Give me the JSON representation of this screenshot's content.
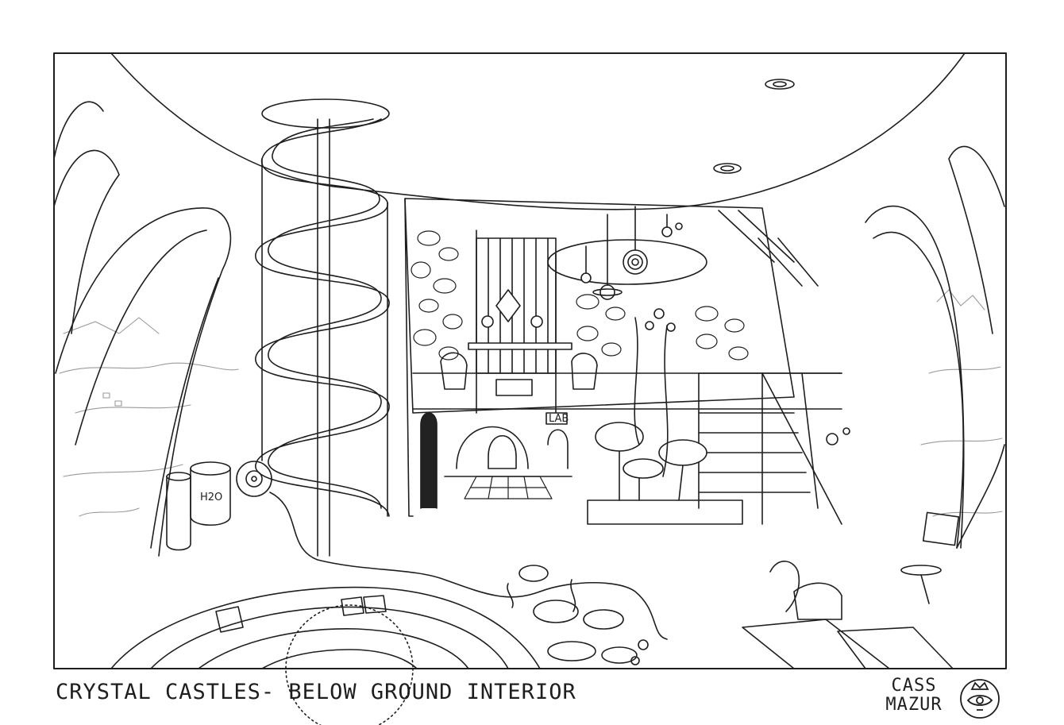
{
  "caption": {
    "title": "CRYSTAL CASTLES- BELOW GROUND INTERIOR",
    "artist_line1": "CASS",
    "artist_line2": "MAZUR"
  },
  "drawing": {
    "barrel_label": "H2O",
    "sign_label": "LAB"
  },
  "colors": {
    "ink": "#1e1e1e",
    "paper": "#ffffff",
    "faint_ink": "#9a9a9a"
  }
}
